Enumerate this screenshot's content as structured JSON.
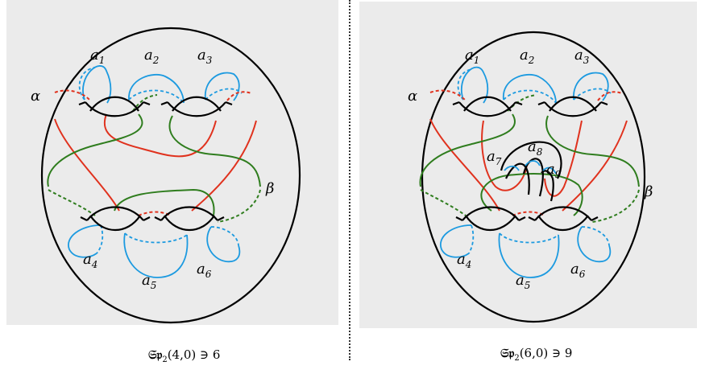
{
  "colors": {
    "red": "#e0321e",
    "blue": "#1c9ae0",
    "green": "#2f7d1e",
    "black": "#000000",
    "panel": "#ebebeb"
  },
  "left": {
    "alpha_label": "α",
    "beta_label": "β",
    "curves": [
      {
        "base": "a",
        "sub": "1"
      },
      {
        "base": "a",
        "sub": "2"
      },
      {
        "base": "a",
        "sub": "3"
      },
      {
        "base": "a",
        "sub": "4"
      },
      {
        "base": "a",
        "sub": "5"
      },
      {
        "base": "a",
        "sub": "6"
      }
    ],
    "caption": {
      "frak": "𝔖𝔭",
      "sub": "2",
      "rest": "(4,0) ∋ 6"
    }
  },
  "right": {
    "alpha_label": "α",
    "beta_label": "β",
    "curves": [
      {
        "base": "a",
        "sub": "1"
      },
      {
        "base": "a",
        "sub": "2"
      },
      {
        "base": "a",
        "sub": "3"
      },
      {
        "base": "a",
        "sub": "4"
      },
      {
        "base": "a",
        "sub": "5"
      },
      {
        "base": "a",
        "sub": "6"
      },
      {
        "base": "a",
        "sub": "7"
      },
      {
        "base": "a",
        "sub": "8"
      },
      {
        "base": "a",
        "sub": "9"
      }
    ],
    "caption": {
      "frak": "𝔖𝔭",
      "sub": "2",
      "rest": "(6,0) ∋ 9"
    }
  }
}
